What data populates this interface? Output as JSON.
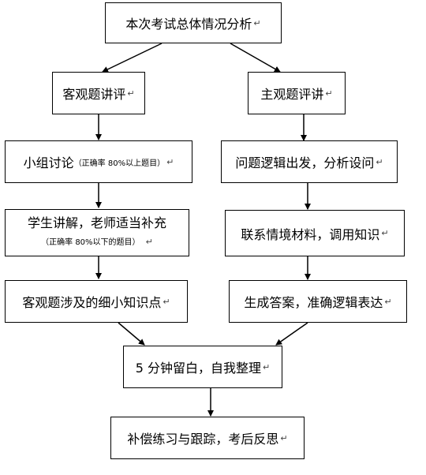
{
  "para_mark": "↵",
  "nodes": {
    "top": "本次考试总体情况分析",
    "left_head": "客观题讲评",
    "right_head": "主观题评讲",
    "left_1_main": "小组讨论",
    "left_1_note": "（正确率 80%以上题目）",
    "right_1": "问题逻辑出发，分析设问",
    "left_2_main": "学生讲解，老师适当补充",
    "left_2_note": "（正确率 80%以下的题目）",
    "right_2": "联系情境材料，调用知识",
    "left_3": "客观题涉及的细小知识点",
    "right_3": "生成答案，准确逻辑表达",
    "merge": "5 分钟留白，自我整理",
    "bottom": "补偿练习与跟踪，考后反思"
  }
}
